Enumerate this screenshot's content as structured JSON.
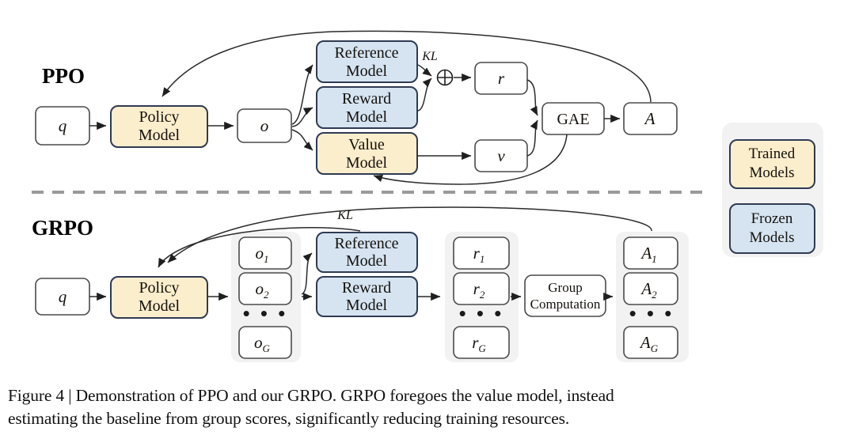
{
  "figure": {
    "caption_line1": "Figure 4 | Demonstration of PPO and our GRPO. GRPO foregoes the value model, instead",
    "caption_line2": "estimating the baseline from group scores, significantly reducing training resources."
  },
  "colors": {
    "trained_fill": "#fbeecd",
    "frozen_fill": "#d6e4f2",
    "box_stroke": "#2f3a52",
    "plain_stroke": "#4a4a4a",
    "group_bg": "#f2f2f2",
    "divider": "#9a9a9a"
  },
  "ppo": {
    "title": "PPO",
    "query": "q",
    "policy_model_line1": "Policy",
    "policy_model_line2": "Model",
    "output": "o",
    "reference_model_line1": "Reference",
    "reference_model_line2": "Model",
    "reward_model_line1": "Reward",
    "reward_model_line2": "Model",
    "value_model_line1": "Value",
    "value_model_line2": "Model",
    "kl_label": "KL",
    "plus_symbol": "⊕",
    "reward": "r",
    "value": "v",
    "gae": "GAE",
    "advantage": "A"
  },
  "grpo": {
    "title": "GRPO",
    "query": "q",
    "policy_model_line1": "Policy",
    "policy_model_line2": "Model",
    "kl_label": "KL",
    "reference_model_line1": "Reference",
    "reference_model_line2": "Model",
    "reward_model_line1": "Reward",
    "reward_model_line2": "Model",
    "group_computation_line1": "Group",
    "group_computation_line2": "Computation",
    "outputs": [
      {
        "base": "o",
        "sub": "1"
      },
      {
        "base": "o",
        "sub": "2"
      },
      {
        "base": "o",
        "sub": "G"
      }
    ],
    "rewards": [
      {
        "base": "r",
        "sub": "1"
      },
      {
        "base": "r",
        "sub": "2"
      },
      {
        "base": "r",
        "sub": "G"
      }
    ],
    "advantages": [
      {
        "base": "A",
        "sub": "1"
      },
      {
        "base": "A",
        "sub": "2"
      },
      {
        "base": "A",
        "sub": "G"
      }
    ],
    "ellipsis": "• • •"
  },
  "legend": {
    "trained_line1": "Trained",
    "trained_line2": "Models",
    "frozen_line1": "Frozen",
    "frozen_line2": "Models"
  }
}
